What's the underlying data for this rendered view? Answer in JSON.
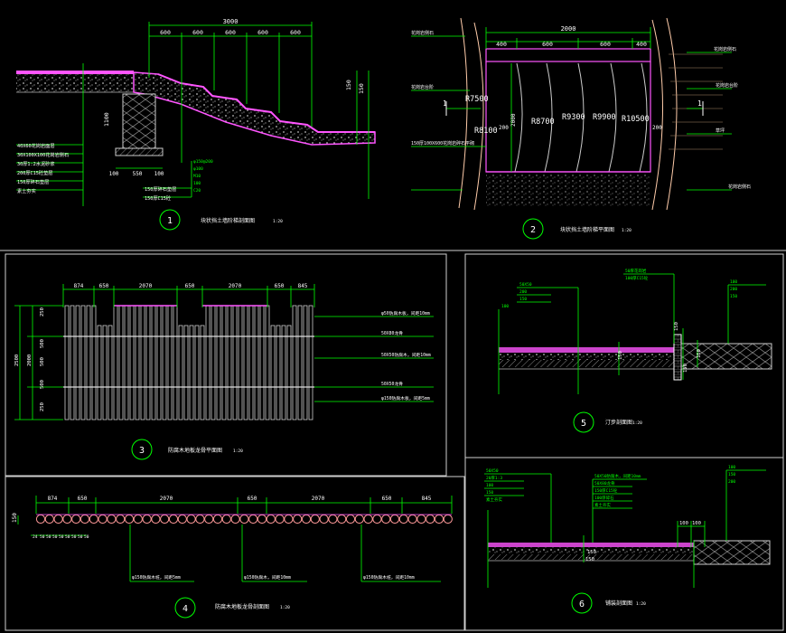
{
  "colors": {
    "background": "#000000",
    "frame": "#cfcfcf",
    "dim": "#00ff00",
    "text": "#ffffff",
    "callout": "#00ff00",
    "edge": "#ff55ff",
    "accent": "#ffff00",
    "fill": "#9a9a9a"
  },
  "panel1": {
    "number": "1",
    "title": "块状挡土墙阶梯剖面图",
    "scale": "1:20",
    "dim_total": "3000",
    "dims_top": [
      "600",
      "600",
      "600",
      "600",
      "600"
    ],
    "dims_bottom": [
      "100",
      "550",
      "100"
    ],
    "dims_vertical": [
      "150",
      "1100",
      "150"
    ],
    "callouts_left": [
      "40X60花岗岩面层",
      "30X100X100花岗岩侧石",
      "30厚1:2水泥砂浆",
      "200厚C15砼垫层",
      "150厚碎石垫层",
      "素土夯实"
    ],
    "callouts_mid": [
      "150厚碎石垫层",
      "150厚C15砼"
    ],
    "callouts_small": [
      "φ150@200",
      "φ100",
      "M10",
      "100",
      "C20"
    ]
  },
  "panel2": {
    "number": "2",
    "title": "块状挡土墙阶梯平面图",
    "scale": "1:20",
    "dim_total": "2000",
    "dims_top": [
      "400",
      "600",
      "600",
      "400"
    ],
    "radii": [
      "R7500",
      "R8100",
      "R8700",
      "R9300",
      "R9900",
      "R10500"
    ],
    "dims_side": [
      "2000",
      "200",
      "200"
    ],
    "section_marks": [
      "1",
      "1"
    ],
    "labels_left": [
      "花岗岩侧石",
      "花岗岩台阶",
      "150厚100X600花岗岩碎石平砌"
    ],
    "labels_right": [
      "花岗岩侧石",
      "花岗岩台阶",
      "草坪",
      "花岗岩侧石"
    ]
  },
  "panel3": {
    "number": "3",
    "title": "防腐木地板龙骨平面图",
    "scale": "1:20",
    "dims_top": [
      "874",
      "650",
      "2070",
      "650",
      "2070",
      "650",
      "845"
    ],
    "dims_left": [
      "2500",
      "2000",
      "250",
      "500",
      "500",
      "500",
      "250"
    ],
    "callouts": [
      "φ50防腐木板，间距10mm",
      "50X80龙骨",
      "50X50防腐木，间距10mm",
      "50X50龙骨",
      "φ150防腐木板，间距5mm"
    ]
  },
  "panel4": {
    "number": "4",
    "title": "防腐木地板龙骨剖面图",
    "scale": "1:20",
    "dims_top": [
      "874",
      "650",
      "2070",
      "650",
      "2070",
      "650",
      "845"
    ],
    "dims_small": [
      "24",
      "50",
      "50",
      "50",
      "50",
      "50",
      "50",
      "50",
      "50"
    ],
    "dim_left": "150",
    "callouts": [
      "φ150防腐木桩，间距5mm",
      "φ150防腐木，间距10mm",
      "φ150防腐木桩，间距10mm"
    ]
  },
  "panel5": {
    "number": "5",
    "title": "汀步剖面图",
    "scale": "1:20",
    "dims": [
      "150",
      "150",
      "150",
      "150"
    ],
    "callouts_left": [
      "50X50",
      "200",
      "150",
      "100"
    ],
    "callouts_right": [
      "100",
      "200",
      "150"
    ],
    "callouts_top": [
      "50厚花岗岩",
      "100厚C15砼"
    ]
  },
  "panel6": {
    "number": "6",
    "title": "铺装剖面图",
    "scale": "1:20",
    "dims": [
      "100",
      "100",
      "150",
      "150"
    ],
    "callouts_left": [
      "50X50",
      "20厚1:3",
      "100",
      "150",
      "素土夯实"
    ],
    "callouts_mid": [
      "50X50防腐木，间距10mm",
      "50X80龙骨",
      "150厚C15砼",
      "100厚碎石",
      "素土夯实"
    ],
    "callouts_right": [
      "100",
      "150",
      "200"
    ]
  }
}
